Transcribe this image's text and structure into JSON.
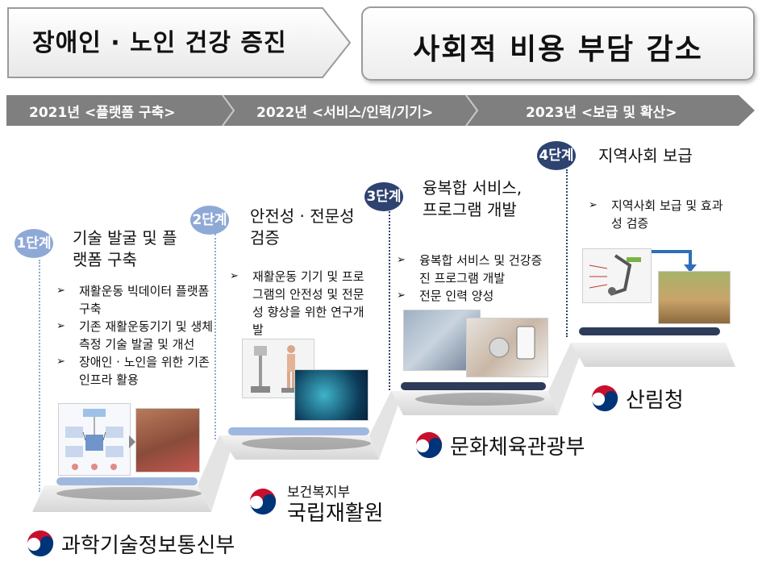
{
  "banner": {
    "left_text": "장애인 · 노인 건강 증진",
    "right_text": "사회적 비용 부담 감소"
  },
  "timeline": {
    "phases": [
      "2021년 <플랫폼 구축>",
      "2022년 <서비스/인력/기기>",
      "2023년 <보급 및 확산>"
    ]
  },
  "stages": [
    {
      "badge": "1단계",
      "title_lines": [
        "기술 발굴 및 플",
        "랫폼 구축"
      ],
      "bullets": [
        "재활운동 빅데이터 플랫폼 구축",
        "기존 재활운동기기 및 생체측정 기술 발굴 및 개선",
        "장애인 · 노인을 위한 기존 인프라 활용"
      ],
      "ministry": "과학기술정보통신부"
    },
    {
      "badge": "2단계",
      "title_lines": [
        "안전성 · 전문성",
        "검증"
      ],
      "bullets": [
        "재활운동 기기 및 프로그램의 안전성 및 전문성 향상을 위한 연구개발"
      ],
      "ministry_sub": "보건복지부",
      "ministry": "국립재활원"
    },
    {
      "badge": "3단계",
      "title_lines": [
        "융복합 서비스,",
        "프로그램 개발"
      ],
      "bullets": [
        "융복합 서비스 및 건강증진 프로그램 개발",
        "전문 인력 양성"
      ],
      "ministry": "문화체육관광부"
    },
    {
      "badge": "4단계",
      "title_lines": [
        "지역사회 보급"
      ],
      "bullets": [
        "지역사회 보급 및 효과성 검증"
      ],
      "ministry": "산림청"
    }
  ],
  "colors": {
    "badge_light": "#8fa9d6",
    "badge_dark": "#2e4370",
    "timeline_bar": "#7f7f7f",
    "step_light": "#9fb8df",
    "step_dark": "#2e3c5a"
  }
}
